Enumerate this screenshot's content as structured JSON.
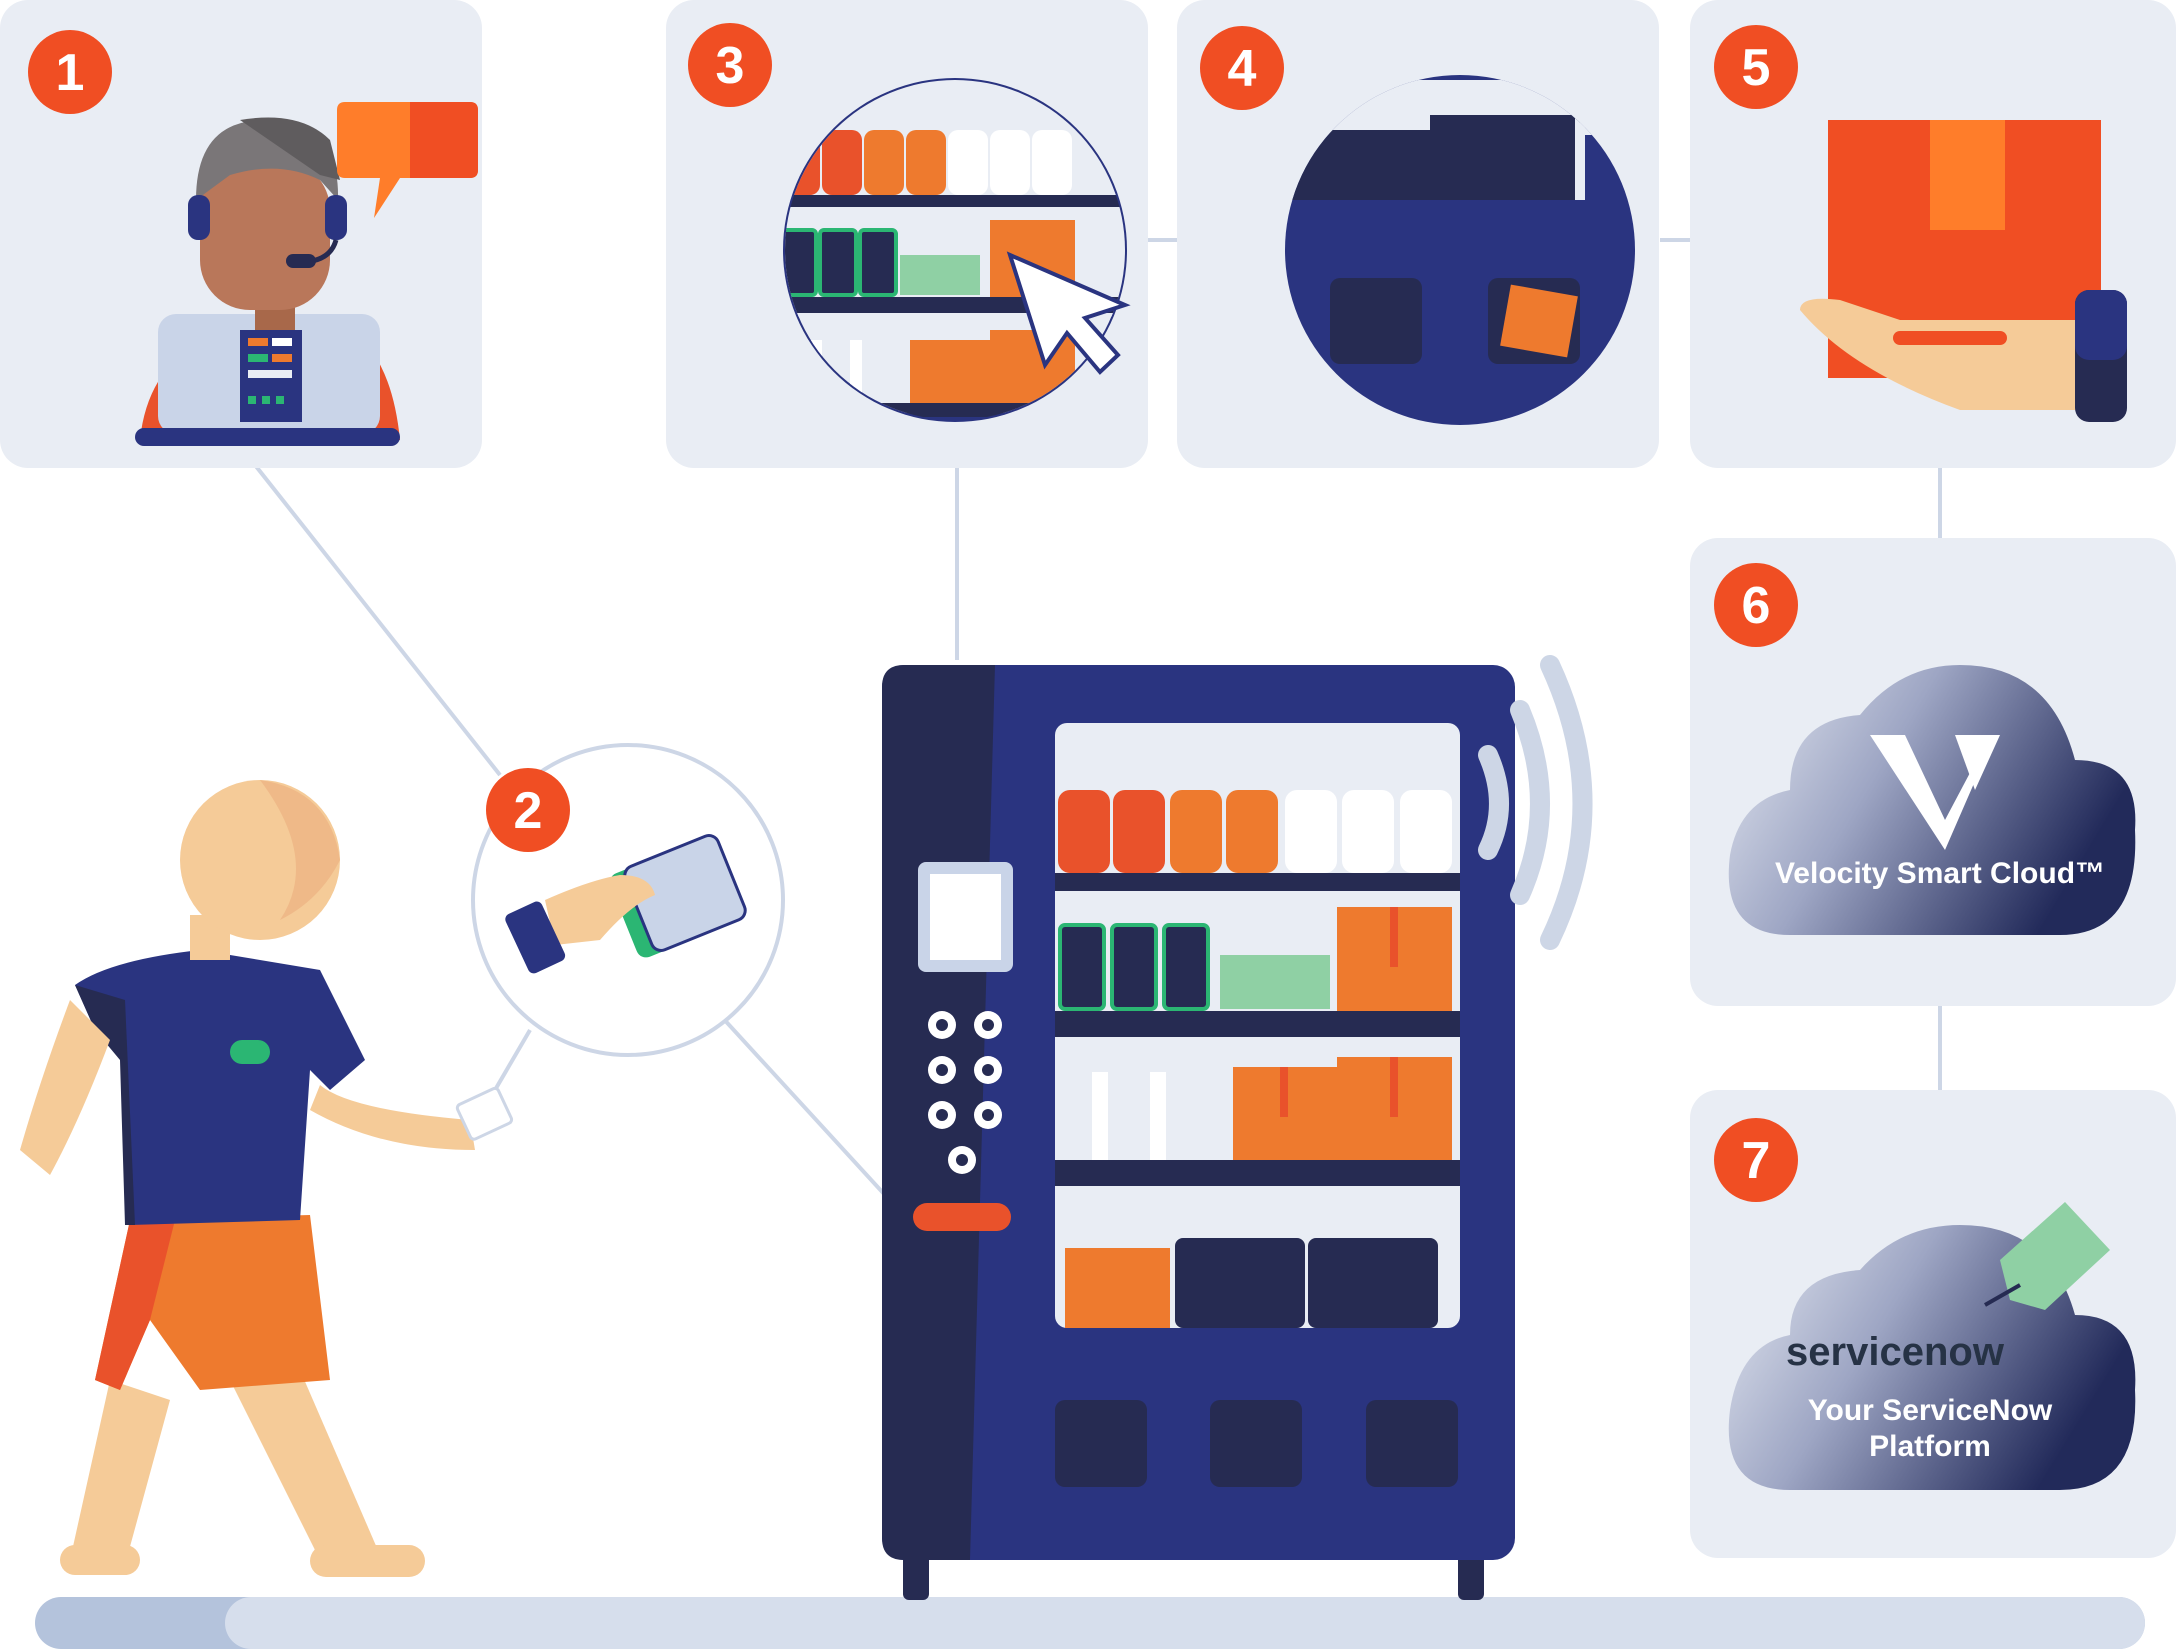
{
  "steps": [
    {
      "number": "1"
    },
    {
      "number": "2"
    },
    {
      "number": "3"
    },
    {
      "number": "4"
    },
    {
      "number": "5"
    },
    {
      "number": "6"
    },
    {
      "number": "7"
    }
  ],
  "cloud_velocity": {
    "label": "Velocity Smart Cloud™"
  },
  "cloud_servicenow": {
    "logo_text": "servicenow",
    "line1": "Your ServiceNow",
    "line2": "Platform"
  },
  "colors": {
    "panel": "#e9edf4",
    "navy": "#2a3480",
    "navy_dark": "#262b52",
    "orange": "#ee7a2e",
    "orange_red": "#e9522b",
    "badge": "#f04e23",
    "skin": "#f5cb98",
    "green": "#2bb673",
    "line": "#cdd6e6"
  }
}
